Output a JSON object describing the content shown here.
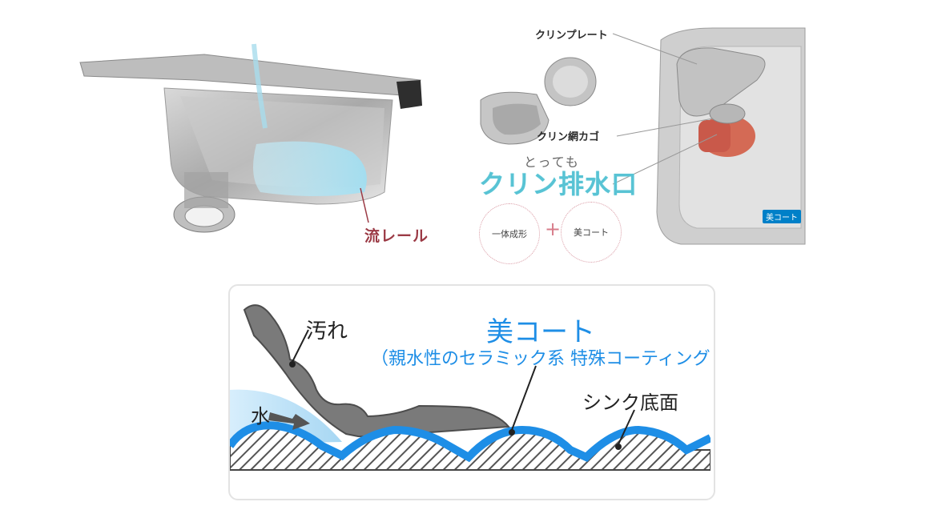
{
  "top_left": {
    "rail_label": "流レール"
  },
  "top_right": {
    "clean_plate_label": "クリンプレート",
    "clean_basket_label": "クリン網カゴ",
    "tagline_small": "とっても",
    "tagline_large": "クリン排水口",
    "feature_one": "一体成形",
    "plus_sign": "+",
    "feature_two": "美コート",
    "badge": "美コート",
    "accent_color": "#58c3d4"
  },
  "diagram": {
    "dirt_label": "汚れ",
    "water_label": "水",
    "coating_title": "美コート",
    "coating_description": "（親水性のセラミック系 特殊コーティング",
    "sink_bottom_label": "シンク底面",
    "coating_color": "#1e8ee6"
  }
}
